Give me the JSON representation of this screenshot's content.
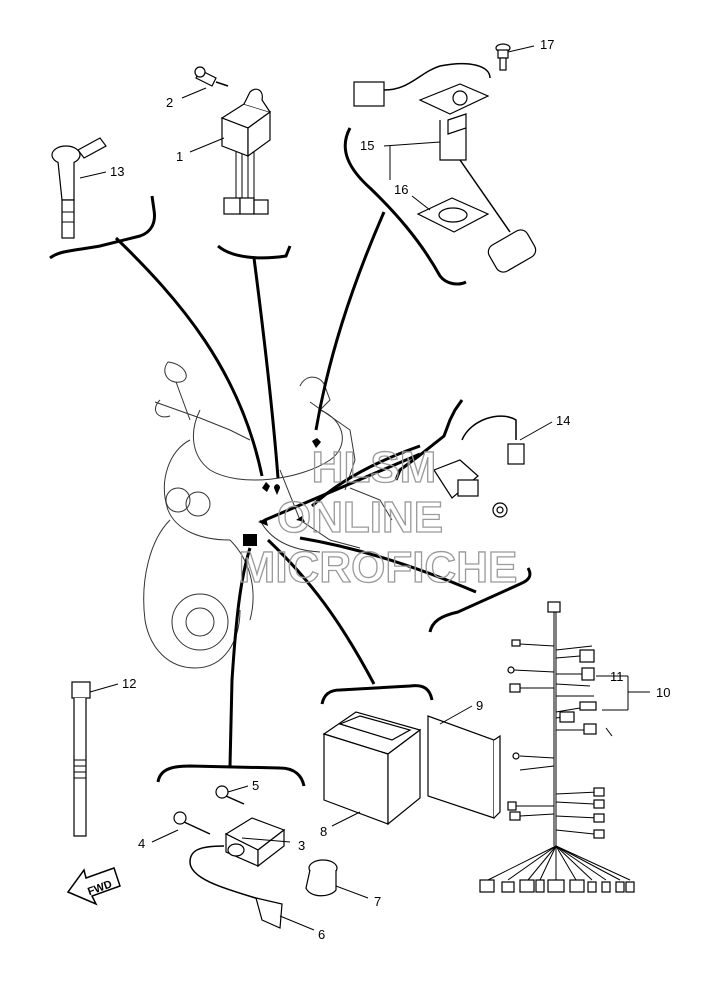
{
  "watermark": {
    "line1": "HLSM",
    "line2": "ONLINE",
    "line3": "MICROFICHE"
  },
  "fwd_label": "FWD",
  "callouts": [
    "1",
    "2",
    "3",
    "4",
    "5",
    "6",
    "7",
    "8",
    "9",
    "10",
    "11",
    "12",
    "13",
    "14",
    "15",
    "16",
    "17"
  ]
}
